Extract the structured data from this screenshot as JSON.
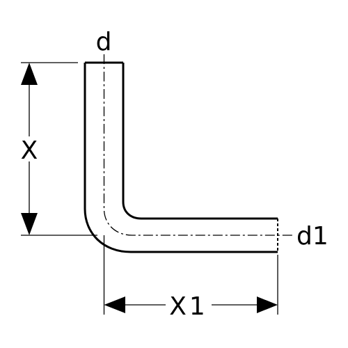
{
  "labels": {
    "d": "d",
    "x": "X",
    "d1": "d1",
    "x1": "X1"
  },
  "colors": {
    "line": "#000000",
    "background": "#ffffff"
  }
}
